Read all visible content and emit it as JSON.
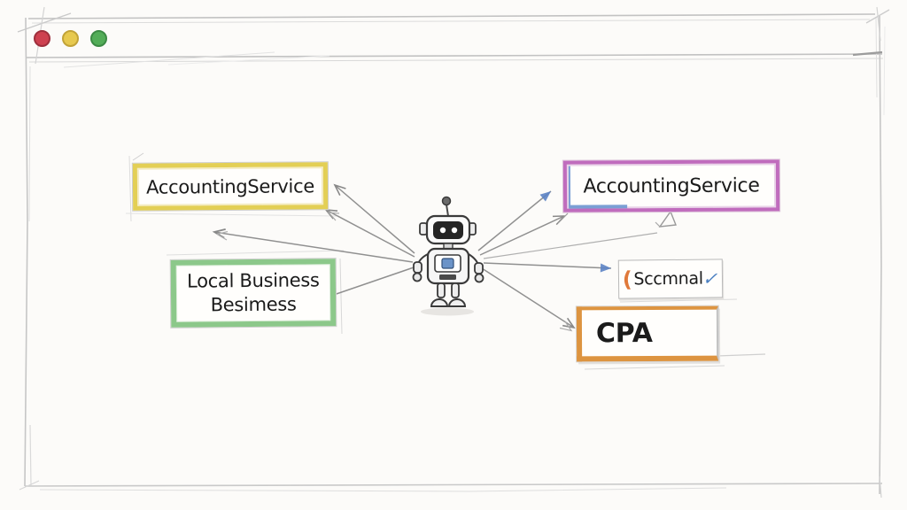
{
  "window": {
    "controls": [
      {
        "name": "close",
        "color": "#ce4150"
      },
      {
        "name": "minimize",
        "color": "#e7c94f"
      },
      {
        "name": "maximize",
        "color": "#53ad58"
      }
    ]
  },
  "diagram": {
    "style": "hand-drawn sketch",
    "center_figure": "robot",
    "nodes": {
      "accounting_left": {
        "label": "AccountingService",
        "border_color": "#e3cf55"
      },
      "local_business": {
        "label": "Local Business",
        "label_line2": "Besimess",
        "border_color": "#8cc88a"
      },
      "accounting_right": {
        "label": "AccountingService",
        "border_color": "#c06cbd",
        "accent_color": "#7b9fd4"
      },
      "scomnal": {
        "prefix": "(",
        "label": "Sccmnal",
        "mark": "✓",
        "border_color": "#b9b9b9",
        "prefix_color": "#e0793a",
        "mark_color": "#4a7fc1"
      },
      "cpa": {
        "label": "CPA",
        "border_color": "#dd9440"
      }
    },
    "connections": [
      {
        "from": "robot",
        "to": "accounting_left",
        "end": "arrow",
        "arrow_color": "#8f8f8f",
        "count": 2
      },
      {
        "from": "robot",
        "to": "offscreen_left",
        "end": "arrow",
        "arrow_color": "#8f8f8f",
        "count": 1
      },
      {
        "from": "robot",
        "to": "local_business",
        "end": "dot",
        "arrow_color": "#4a4a4a",
        "count": 1
      },
      {
        "from": "robot",
        "to": "accounting_right",
        "end": "arrow",
        "arrow_color": "#5c83c4",
        "count": 2
      },
      {
        "from": "robot",
        "to": "scomnal",
        "end": "arrow",
        "arrow_color": "#5c83c4",
        "count": 2
      },
      {
        "from": "robot",
        "to": "cpa",
        "end": "arrow",
        "arrow_color": "#8f8f8f",
        "count": 1
      }
    ]
  }
}
